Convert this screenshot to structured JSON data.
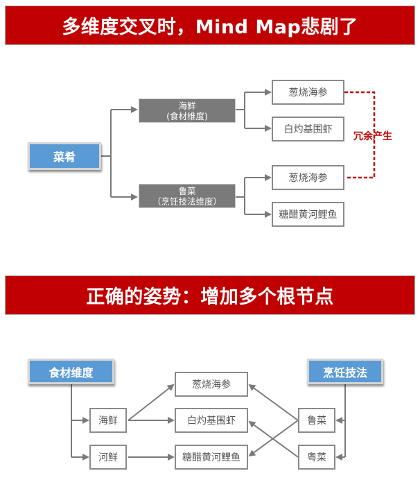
{
  "section1": {
    "title": "多维度交叉时，Mind Map悲剧了",
    "root": "菜肴",
    "branches": [
      {
        "line1": "海鲜",
        "line2": "(食材维度)",
        "children": [
          "葱烧海参",
          "白灼基围虾"
        ]
      },
      {
        "line1": "鲁菜",
        "line2": "（烹饪技法维度）",
        "children": [
          "葱烧海参",
          "糖醋黄河鲤鱼"
        ]
      }
    ],
    "redundancy_label": "冗余产生",
    "colors": {
      "banner": "#c00000",
      "root": "#5b9bd5",
      "branch": "#7a7a7a",
      "redundancy": "#c00000"
    }
  },
  "section2": {
    "title": "正确的姿势：增加多个根节点",
    "left_root": "食材维度",
    "right_root": "烹饪技法",
    "left_children": [
      "海鲜",
      "河鲜"
    ],
    "right_children": [
      "鲁菜",
      "粤菜"
    ],
    "dishes": [
      "葱烧海参",
      "白灼基围虾",
      "糖醋黄河鲤鱼"
    ]
  }
}
